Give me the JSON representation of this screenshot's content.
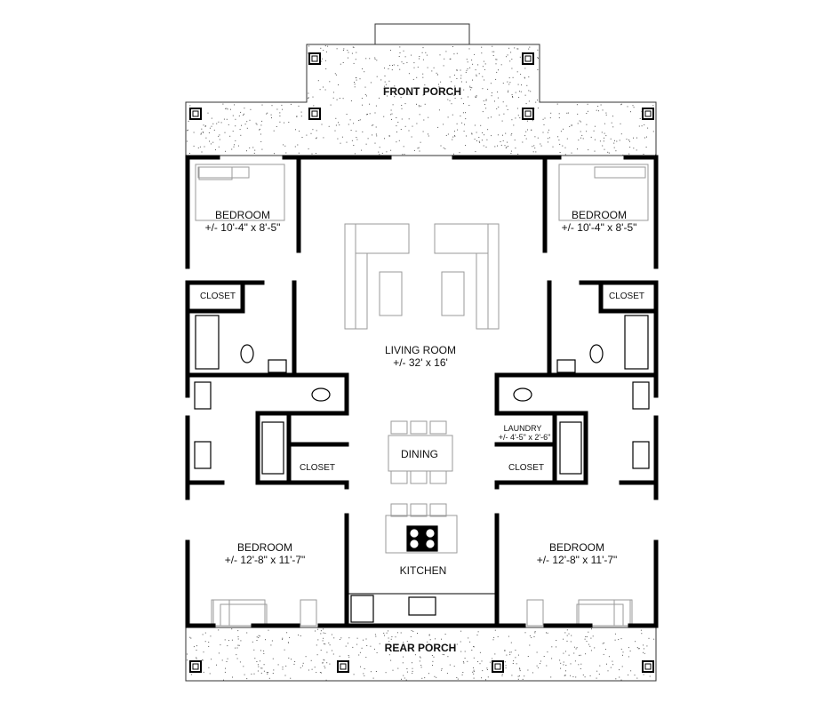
{
  "plan": {
    "front_porch": "FRONT PORCH",
    "rear_porch": "REAR PORCH",
    "living_room": {
      "name": "LIVING ROOM",
      "size": "+/- 32' x 16'"
    },
    "dining": "DINING",
    "kitchen": "KITCHEN",
    "bedroom_front_left": {
      "name": "BEDROOM",
      "size": "+/- 10'-4\" x 8'-5\""
    },
    "bedroom_front_right": {
      "name": "BEDROOM",
      "size": "+/- 10'-4\" x 8'-5\""
    },
    "bedroom_rear_left": {
      "name": "BEDROOM",
      "size": "+/- 12'-8\" x 11'-7\""
    },
    "bedroom_rear_right": {
      "name": "BEDROOM",
      "size": "+/- 12'-8\" x 11'-7\""
    },
    "closet_front_left": "CLOSET",
    "closet_front_right": "CLOSET",
    "closet_rear_left": "CLOSET",
    "closet_rear_right": "CLOSET",
    "laundry": {
      "name": "LAUNDRY",
      "size": "+/- 4'-5\" x 2'-6\""
    }
  },
  "colors": {
    "wall": "#000000",
    "furniture": "#9a9a9a",
    "porch_stipple": "#555555"
  }
}
